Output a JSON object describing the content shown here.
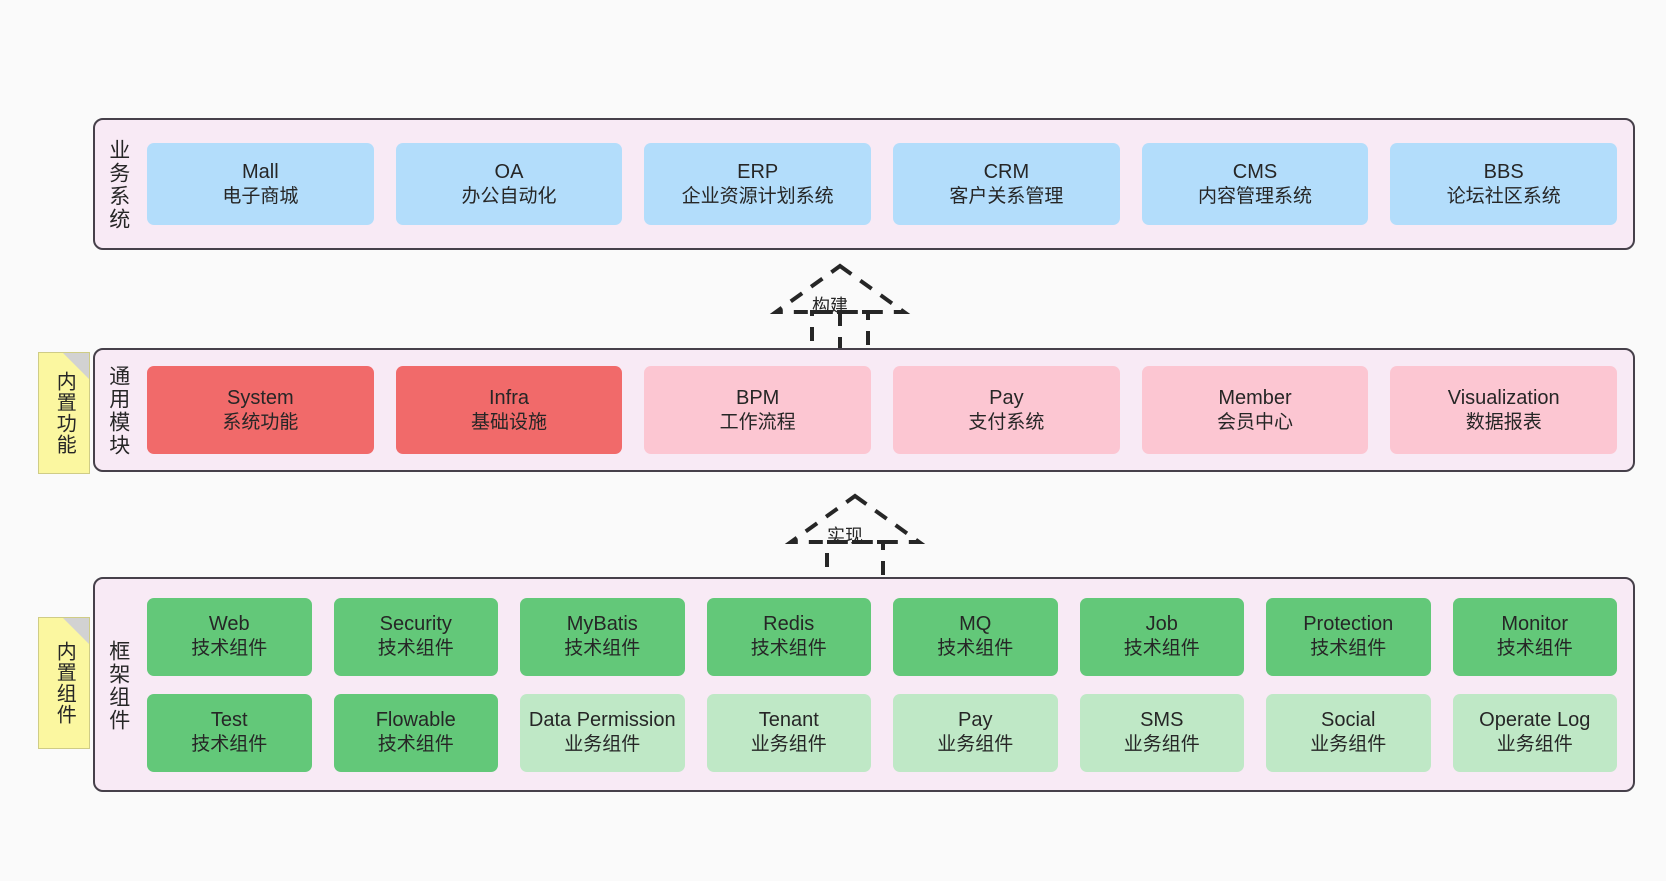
{
  "diagram": {
    "title_layers": [
      "业务系统",
      "通用模块",
      "框架组件"
    ],
    "colors": {
      "layer_bg": "#f8eaf5",
      "layer_border": "#46404a",
      "business_node": "#b3ddfb",
      "module_core": "#f16a6a",
      "module_extra": "#fcc6d2",
      "component_tech": "#63c879",
      "component_biz": "#bfe8c6",
      "note_bg": "#fbf7a0",
      "page_bg": "#fafafa"
    }
  },
  "business_layer": {
    "label": "业务系统",
    "nodes": [
      {
        "name": "Mall",
        "desc": "电子商城"
      },
      {
        "name": "OA",
        "desc": "办公自动化"
      },
      {
        "name": "ERP",
        "desc": "企业资源计划系统"
      },
      {
        "name": "CRM",
        "desc": "客户关系管理"
      },
      {
        "name": "CMS",
        "desc": "内容管理系统"
      },
      {
        "name": "BBS",
        "desc": "论坛社区系统"
      }
    ]
  },
  "connector_build": {
    "label": "构建",
    "style": "dashed-generalization"
  },
  "module_layer": {
    "label": "通用模块",
    "note": "内置功能",
    "nodes": [
      {
        "name": "System",
        "desc": "系统功能",
        "variant": "c-red"
      },
      {
        "name": "Infra",
        "desc": "基础设施",
        "variant": "c-red"
      },
      {
        "name": "BPM",
        "desc": "工作流程",
        "variant": "c-pink"
      },
      {
        "name": "Pay",
        "desc": "支付系统",
        "variant": "c-pink"
      },
      {
        "name": "Member",
        "desc": "会员中心",
        "variant": "c-pink"
      },
      {
        "name": "Visualization",
        "desc": "数据报表",
        "variant": "c-pink"
      }
    ]
  },
  "connector_implement": {
    "label": "实现",
    "style": "dashed-generalization"
  },
  "framework_layer": {
    "label": "框架组件",
    "note": "内置组件",
    "row1": [
      {
        "name": "Web",
        "desc": "技术组件",
        "variant": "c-green"
      },
      {
        "name": "Security",
        "desc": "技术组件",
        "variant": "c-green"
      },
      {
        "name": "MyBatis",
        "desc": "技术组件",
        "variant": "c-green"
      },
      {
        "name": "Redis",
        "desc": "技术组件",
        "variant": "c-green"
      },
      {
        "name": "MQ",
        "desc": "技术组件",
        "variant": "c-green"
      },
      {
        "name": "Job",
        "desc": "技术组件",
        "variant": "c-green"
      },
      {
        "name": "Protection",
        "desc": "技术组件",
        "variant": "c-green"
      },
      {
        "name": "Monitor",
        "desc": "技术组件",
        "variant": "c-green"
      }
    ],
    "row2": [
      {
        "name": "Test",
        "desc": "技术组件",
        "variant": "c-green"
      },
      {
        "name": "Flowable",
        "desc": "技术组件",
        "variant": "c-green"
      },
      {
        "name": "Data Permission",
        "desc": "业务组件",
        "variant": "c-lightgreen"
      },
      {
        "name": "Tenant",
        "desc": "业务组件",
        "variant": "c-lightgreen"
      },
      {
        "name": "Pay",
        "desc": "业务组件",
        "variant": "c-lightgreen"
      },
      {
        "name": "SMS",
        "desc": "业务组件",
        "variant": "c-lightgreen"
      },
      {
        "name": "Social",
        "desc": "业务组件",
        "variant": "c-lightgreen"
      },
      {
        "name": "Operate Log",
        "desc": "业务组件",
        "variant": "c-lightgreen"
      }
    ]
  }
}
